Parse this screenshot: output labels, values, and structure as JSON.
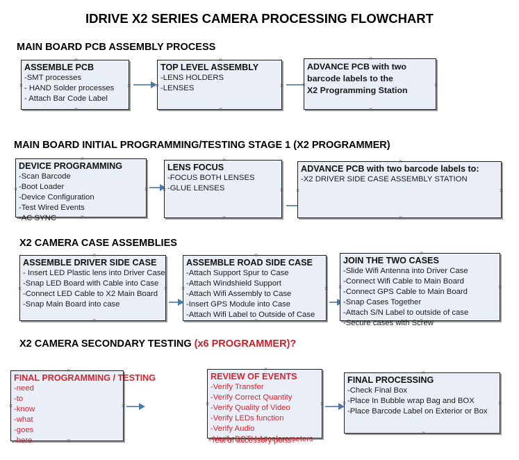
{
  "title": "IDRIVE X2  SERIES CAMERA PROCESSING FLOWCHART",
  "colors": {
    "box_fill": "#e9eef7",
    "box_border": "#1d1d1d",
    "arrow": "#6d8fb3",
    "red_text": "#d32630",
    "black_text": "#111111"
  },
  "sections": [
    {
      "id": "main-board-pcb-assembly",
      "heading": "MAIN BOARD PCB ASSEMBLY PROCESS",
      "heading_red_suffix": "",
      "boxes": [
        {
          "id": "assemble-pcb",
          "head": "ASSEMBLE PCB",
          "lines": [
            "-SMT processes",
            "- HAND Solder processes",
            "- Attach Bar Code Label"
          ]
        },
        {
          "id": "top-level-assembly",
          "head": "TOP LEVEL ASSEMBLY",
          "lines": [
            "-LENS HOLDERS",
            "-LENSES"
          ]
        },
        {
          "id": "advance-pcb-to-x2-programming-station",
          "head": "ADVANCE PCB with two",
          "lines": [
            "barcode labels to the",
            " X2 Programming Station"
          ]
        }
      ]
    },
    {
      "id": "main-board-initial-programming",
      "heading": "MAIN BOARD INITIAL PROGRAMMING/TESTING STAGE 1 (X2 PROGRAMMER)",
      "heading_red_suffix": "",
      "boxes": [
        {
          "id": "device-programming",
          "head": "DEVICE PROGRAMMING",
          "lines": [
            "-Scan Barcode",
            "-Boot Loader",
            "-Device Configuration",
            "-Test Wired Events",
            "-AC SYNC"
          ]
        },
        {
          "id": "lens-focus",
          "head": "LENS FOCUS",
          "lines": [
            "-FOCUS BOTH LENSES",
            "-GLUE LENSES"
          ]
        },
        {
          "id": "advance-pcb-to-driver-side-case-station",
          "head": "ADVANCE PCB with two barcode labels to:",
          "lines": [
            "-X2 DRIVER  SIDE  CASE  ASSEMBLY STATION"
          ]
        }
      ]
    },
    {
      "id": "x2-camera-case-assemblies",
      "heading": "X2 CAMERA CASE ASSEMBLIES",
      "heading_red_suffix": "",
      "boxes": [
        {
          "id": "assemble-driver-side-case",
          "head": "ASSEMBLE DRIVER SIDE CASE",
          "lines": [
            "- Insert LED Plastic lens into Driver Case",
            "-Snap LED Board with Cable into Case",
            "-Connect LED Cable to X2 Main Board",
            "-Snap Main Board into case"
          ]
        },
        {
          "id": "assemble-road-side-case",
          "head": "ASSEMBLE ROAD SIDE CASE",
          "lines": [
            "-Attach Support Spur to Case",
            "-Attach Windshield Support",
            "-Attach Wifi Assembly to Case",
            "-Insert GPS Module into Case",
            "-Attach Wifi Label to Outside of Case"
          ]
        },
        {
          "id": "join-the-two-cases",
          "head": "JOIN THE TWO CASES",
          "lines": [
            "-Slide Wifi Antenna into Driver Case",
            "-Connect Wifi Cable to Main Board",
            "-Connect GPS Cable to Main Board",
            "-Snap Cases Together",
            "-Attach S/N Label to outside of case",
            "-Secure cases with Screw"
          ]
        }
      ]
    },
    {
      "id": "x2-camera-secondary-testing",
      "heading": "X2 CAMERA SECONDARY TESTING ",
      "heading_red_suffix": "(x6 PROGRAMMER)?",
      "boxes": [
        {
          "id": "final-programming-testing",
          "head": "FINAL PROGRAMMING / TESTING",
          "lines": [
            "-need",
            "-to",
            "-know",
            "-what",
            "-goes",
            "-here"
          ]
        },
        {
          "id": "review-of-events",
          "head": "REVIEW OF EVENTS",
          "lines": [
            "-Verify Transfer",
            "-Verify Correct Quantity",
            "-Verify Quality of Video",
            "-Verify LEDs function",
            "-Verify Audio",
            "-Verify BOTH Accelerometers"
          ],
          "overflow_line": "-Test of accessory ports?"
        },
        {
          "id": "final-processing",
          "head": "FINAL PROCESSING",
          "lines": [
            " -Check Final Box",
            "-Place In Bubble wrap Bag and BOX",
            "-Place Barcode Label on Exterior or Box"
          ]
        }
      ]
    }
  ]
}
